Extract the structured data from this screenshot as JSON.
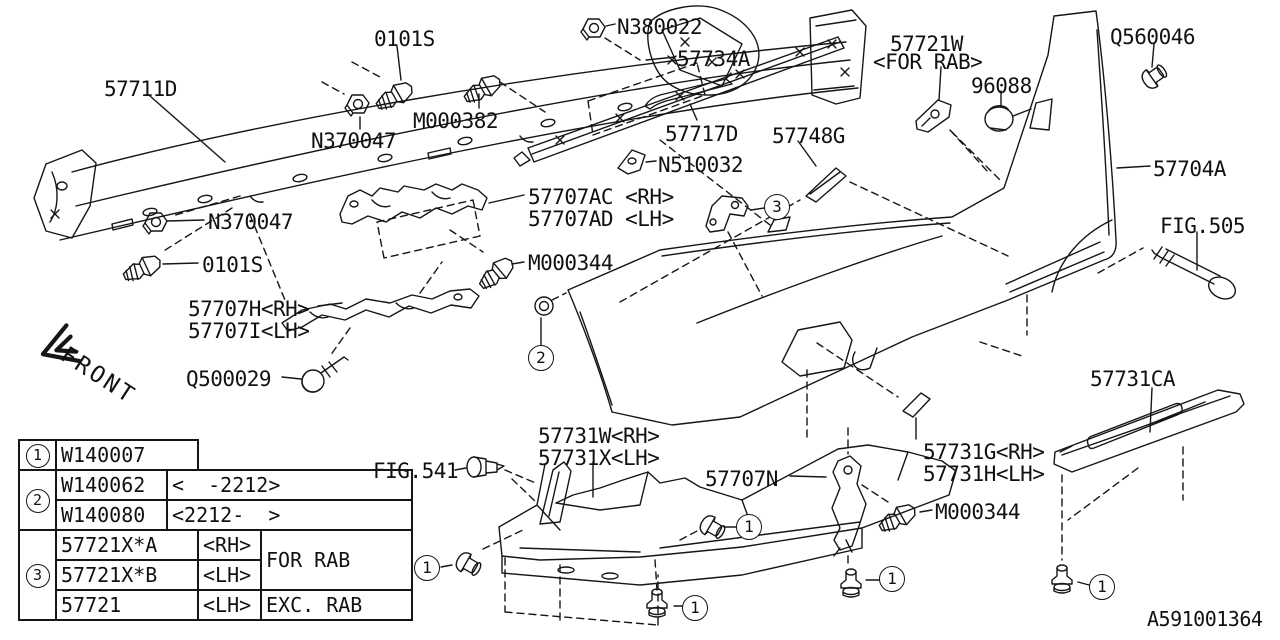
{
  "colors": {
    "line": "#161616",
    "background": "#ffffff"
  },
  "drawing_number": "A591001364",
  "front_indicator": "FRONT",
  "part_labels": {
    "bolt_0101s_top": "0101S",
    "beam_57711d": "57711D",
    "nut_n370047_top": "N370047",
    "bolt_m000382": "M000382",
    "nut_n380022": "N380022",
    "garnish_57734a": "57734A",
    "strip_57717d": "57717D",
    "clip_n510032": "N510032",
    "bracket_57721w": "57721W",
    "bracket_57721w_note": "<FOR RAB>",
    "socket_96088": "96088",
    "clip_q560046": "Q560046",
    "bumper_57704a": "57704A",
    "fig_505": "FIG.505",
    "pad_57748g": "57748G",
    "bracket_57707ac_rh": "57707AC <RH>",
    "bracket_57707ad_lh": "57707AD <LH>",
    "nut_n370047_left": "N370047",
    "bolt_0101s_left": "0101S",
    "bolt_m000344_upper": "M000344",
    "bracket_57707h_rh": "57707H<RH>",
    "bracket_57707i_lh": "57707I<LH>",
    "screw_q500029": "Q500029",
    "cover_57731w_rh": "57731W<RH>",
    "cover_57731x_lh": "57731X<LH>",
    "fig_541": "FIG.541",
    "bracket_57707n": "57707N",
    "pad_57731g_rh": "57731G<RH>",
    "pad_57731h_lh": "57731H<LH>",
    "bolt_m000344_lower": "M000344",
    "spoiler_57731ca": "57731CA"
  },
  "callouts": {
    "n1": "1",
    "n2": "2",
    "n3": "3"
  },
  "legend_table": {
    "rows": [
      {
        "callout": "1",
        "part": "W140007"
      },
      {
        "callout": "2",
        "part": "W140062",
        "range": "<  -2212>"
      },
      {
        "part": "W140080",
        "range": "<2212-  >"
      },
      {
        "callout": "3",
        "part": "57721X*A",
        "side": "<RH>",
        "note": "FOR RAB"
      },
      {
        "part": "57721X*B",
        "side": "<LH>"
      },
      {
        "part": "57721",
        "side": "<LH>",
        "note": "EXC. RAB"
      }
    ]
  }
}
